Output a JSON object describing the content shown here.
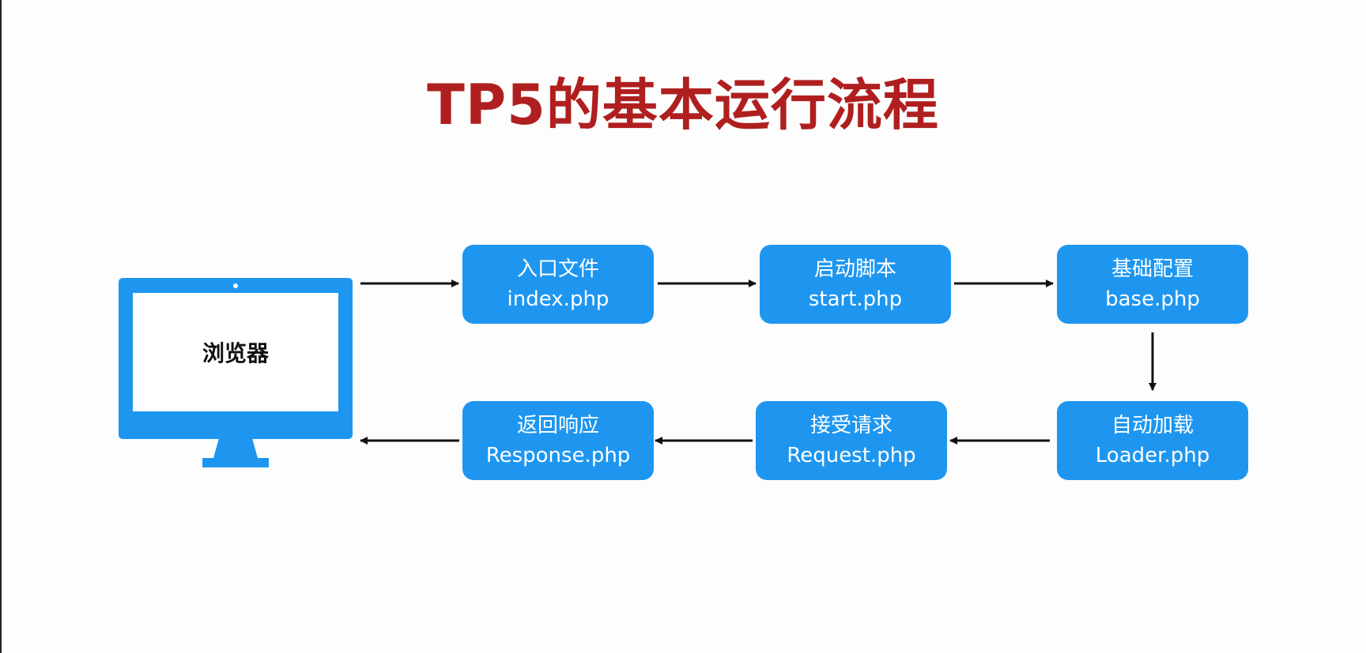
{
  "title": "TP5的基本运行流程",
  "browser": {
    "label": "浏览器"
  },
  "nodes": [
    {
      "id": "entry",
      "line1": "入口文件",
      "line2": "index.php"
    },
    {
      "id": "start",
      "line1": "启动脚本",
      "line2": "start.php"
    },
    {
      "id": "base",
      "line1": "基础配置",
      "line2": "base.php"
    },
    {
      "id": "loader",
      "line1": "自动加载",
      "line2": "Loader.php"
    },
    {
      "id": "request",
      "line1": "接受请求",
      "line2": "Request.php"
    },
    {
      "id": "response",
      "line1": "返回响应",
      "line2": "Response.php"
    }
  ],
  "edges": [
    {
      "from": "browser",
      "to": "entry"
    },
    {
      "from": "entry",
      "to": "start"
    },
    {
      "from": "start",
      "to": "base"
    },
    {
      "from": "base",
      "to": "loader"
    },
    {
      "from": "loader",
      "to": "request"
    },
    {
      "from": "request",
      "to": "response"
    },
    {
      "from": "response",
      "to": "browser"
    }
  ],
  "colors": {
    "title": "#b01f1f",
    "node": "#1e96f0",
    "arrow": "#111111"
  }
}
